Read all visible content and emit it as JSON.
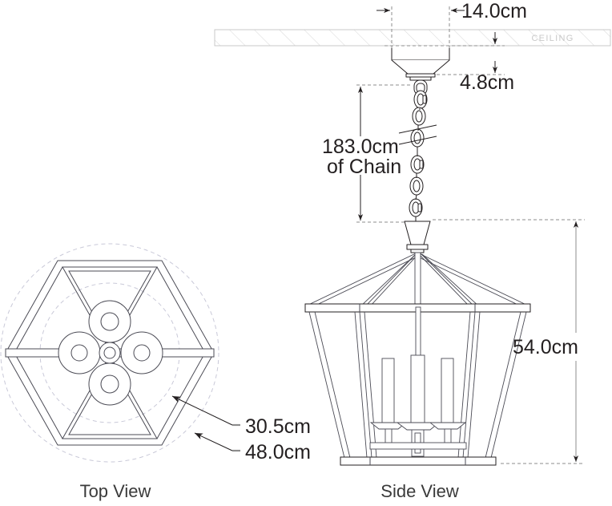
{
  "drawing": {
    "title": "Hexagonal Lantern Pendant Dimensional Drawing",
    "units": "cm",
    "line_color": "#231f20",
    "hatch_color": "#d7d7d7",
    "dim_color": "#231f20",
    "construction_color": "#c5c5d5"
  },
  "ceiling": {
    "label": "CEILING"
  },
  "dimensions": {
    "canopy_width": "14.0cm",
    "canopy_height": "4.8cm",
    "chain_length_line1": "183.0cm",
    "chain_length_line2": "of Chain",
    "fixture_height": "54.0cm",
    "top_inner_diameter": "30.5cm",
    "top_outer_diameter": "48.0cm"
  },
  "views": {
    "top": {
      "label": "Top View",
      "shape": "hexagon",
      "socket_count": 4,
      "callouts": [
        {
          "value": "30.5cm",
          "target": "inner-dashed-circle"
        },
        {
          "value": "48.0cm",
          "target": "outer-dashed-circle"
        }
      ]
    },
    "side": {
      "label": "Side View",
      "parts": [
        "canopy",
        "chain",
        "loop",
        "roof",
        "frame",
        "candles",
        "base"
      ]
    }
  },
  "chart_data": {
    "type": "table",
    "title": "Hexagonal Lantern Pendant Dimensions",
    "categories": [
      "Canopy Width",
      "Canopy Height",
      "Chain Length",
      "Fixture Height",
      "Top View Inner Diameter",
      "Top View Outer Diameter"
    ],
    "values": [
      14.0,
      4.8,
      183.0,
      54.0,
      30.5,
      48.0
    ],
    "unit": "cm"
  }
}
